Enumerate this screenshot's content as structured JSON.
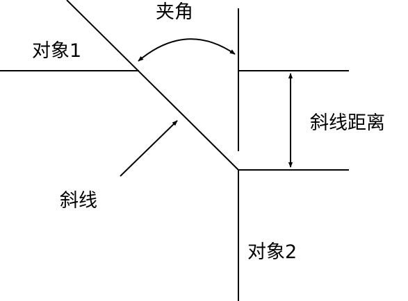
{
  "labels": {
    "angle": "夹角",
    "object1": "对象1",
    "chamfer_distance": "斜线距离",
    "chamfer": "斜线",
    "object2": "对象2"
  },
  "colors": {
    "line": "#000000",
    "background": "#ffffff"
  }
}
